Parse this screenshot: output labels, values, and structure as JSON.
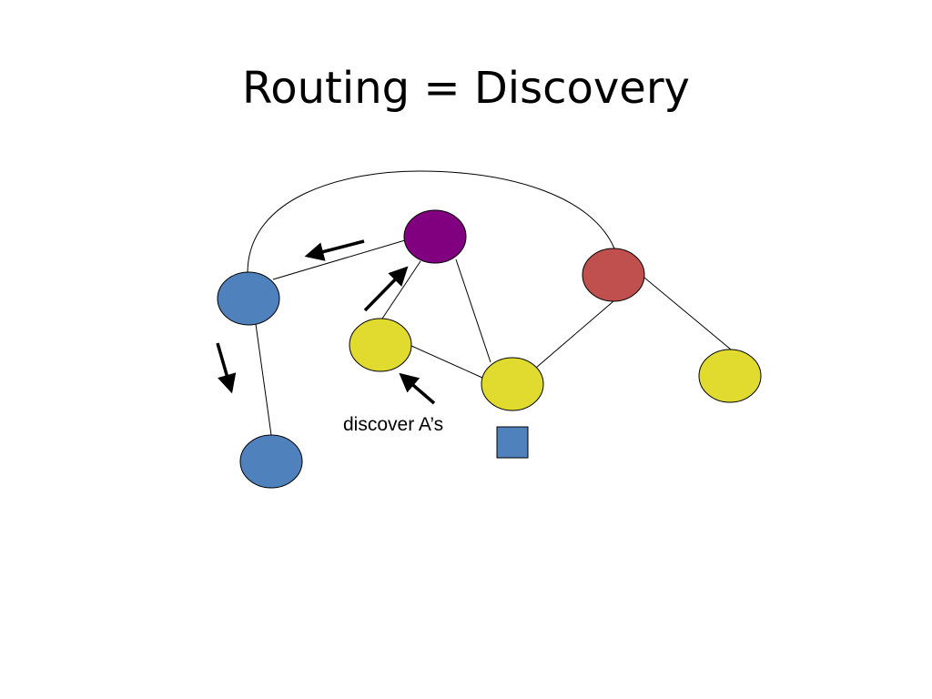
{
  "slide": {
    "title": "Routing = Discovery"
  },
  "annotation": {
    "caption": "discover A’s"
  },
  "colors": {
    "blue_node": "#4F81BD",
    "purple_node": "#800080",
    "red_node": "#C0504D",
    "yellow_node": "#E0DB2E",
    "edge": "#000000",
    "arrow": "#000000"
  },
  "nodes": [
    {
      "id": "blue-node-top",
      "color": "blue_node",
      "shape": "ellipse"
    },
    {
      "id": "blue-node-bottom",
      "color": "blue_node",
      "shape": "ellipse"
    },
    {
      "id": "purple-node",
      "color": "purple_node",
      "shape": "ellipse"
    },
    {
      "id": "red-node",
      "color": "red_node",
      "shape": "ellipse"
    },
    {
      "id": "yellow-node-left",
      "color": "yellow_node",
      "shape": "ellipse"
    },
    {
      "id": "yellow-node-center",
      "color": "yellow_node",
      "shape": "ellipse"
    },
    {
      "id": "yellow-node-right",
      "color": "yellow_node",
      "shape": "ellipse"
    },
    {
      "id": "blue-square",
      "color": "blue_node",
      "shape": "square"
    }
  ],
  "edges": [
    [
      "blue-node-top",
      "purple-node"
    ],
    [
      "blue-node-top",
      "blue-node-bottom"
    ],
    [
      "blue-node-top",
      "red-node"
    ],
    [
      "purple-node",
      "yellow-node-left"
    ],
    [
      "purple-node",
      "yellow-node-center"
    ],
    [
      "yellow-node-left",
      "yellow-node-center"
    ],
    [
      "yellow-node-center",
      "red-node"
    ],
    [
      "red-node",
      "yellow-node-right"
    ]
  ]
}
